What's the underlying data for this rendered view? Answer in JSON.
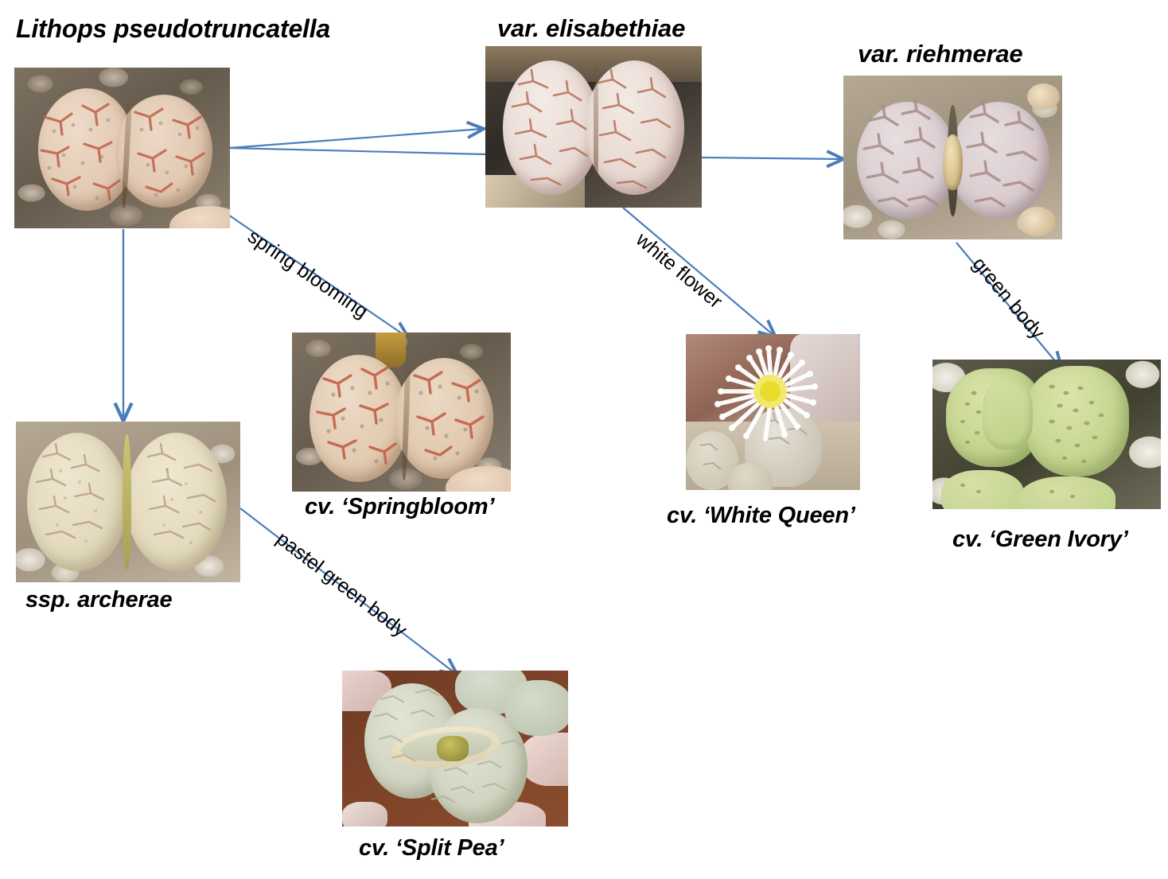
{
  "diagram": {
    "title_node": "Lithops pseudotruncatella",
    "background_color": "#ffffff",
    "arrow_color": "#4a7ebb",
    "text_color": "#000000"
  },
  "nodes": [
    {
      "id": "pseudotruncatella",
      "label": "Lithops pseudotruncatella",
      "label_position": "above",
      "photo_description": "two-lobed pinkish-tan lithops with red-brown branching veins on gravel"
    },
    {
      "id": "elisabethiae",
      "label": "var. elisabethiae",
      "label_position": "above",
      "photo_description": "pale pinkish-white lithops pair with fine red-brown cracked veining"
    },
    {
      "id": "riehmerae",
      "label": "var. riehmerae",
      "label_position": "above",
      "photo_description": "grey-pink lithops with dense mottled veining and cream bud in the fissure"
    },
    {
      "id": "archerae",
      "label": "ssp. archerae",
      "label_position": "below",
      "photo_description": "cream-yellow lithops pair with faint tan veining on light gravel"
    },
    {
      "id": "springbloom",
      "label": "cv. ‘Springbloom’",
      "label_position": "below",
      "photo_description": "tan lithops with bright red-brown branching veins and dots"
    },
    {
      "id": "white-queen",
      "label": "cv. ‘White Queen’",
      "label_position": "below",
      "photo_description": "white daisy-like flower with yellow centre opening from a pale grey lithops"
    },
    {
      "id": "green-ivory",
      "label": "cv. ‘Green Ivory’",
      "label_position": "below",
      "photo_description": "yellow-green lithops bodies with olive speckled windows among white pebbles"
    },
    {
      "id": "split-pea",
      "label": "cv. ‘Split Pea’",
      "label_position": "below",
      "photo_description": "pale blue-green lithops with wide open fissure and olive bud on red soil"
    }
  ],
  "edges": [
    {
      "id": "edge-pseudo-elisabethiae",
      "label": "",
      "from": "pseudotruncatella",
      "to": "elisabethiae"
    },
    {
      "id": "edge-pseudo-riehmerae",
      "label": "",
      "from": "pseudotruncatella",
      "to": "riehmerae"
    },
    {
      "id": "edge-elisabethiae-riehmerae",
      "label": "",
      "from": "elisabethiae",
      "to": "riehmerae"
    },
    {
      "id": "edge-pseudo-archerae",
      "label": "",
      "from": "pseudotruncatella",
      "to": "archerae"
    },
    {
      "id": "edge-pseudo-springbloom",
      "label": "spring blooming",
      "from": "pseudotruncatella",
      "to": "springbloom"
    },
    {
      "id": "edge-elisabethiae-whitequeen",
      "label": "white flower",
      "from": "elisabethiae",
      "to": "white-queen"
    },
    {
      "id": "edge-riehmerae-greenivory",
      "label": "green body",
      "from": "riehmerae",
      "to": "green-ivory"
    },
    {
      "id": "edge-archerae-splitpea",
      "label": "pastel green body",
      "from": "archerae",
      "to": "split-pea"
    }
  ]
}
